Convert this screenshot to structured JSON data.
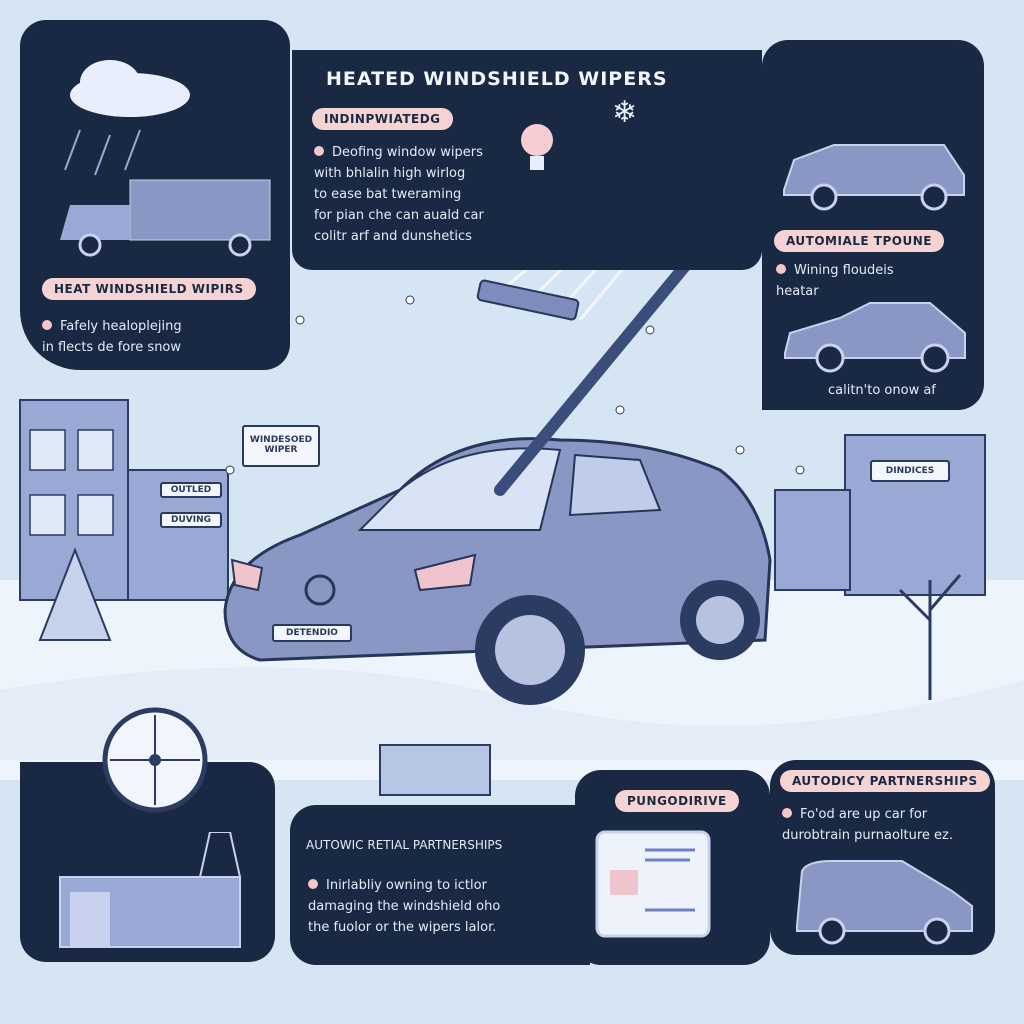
{
  "title": "HEATED WINDSHIELD WIPERS",
  "top_center": {
    "pill": "INDINPWIATEDG",
    "lines": [
      "Deofing window wipers",
      "with bhlalin high wirlog",
      "to ease bat tweraming",
      "for pian che can auald car",
      "colitr arf and dunshetics"
    ]
  },
  "top_left": {
    "pill": "HEAT WINDSHIELD WIPIRS",
    "lines": [
      "Fafely healoplejing",
      "in flects de fore snow"
    ]
  },
  "top_right": {
    "pill": "AUTOMIALE TPOUNE",
    "lines": [
      "Wining floudeis",
      "heatar"
    ],
    "caption": "calitn'to onow af"
  },
  "bottom_center": {
    "heading": "AUTOWIC RETIAL PARTNERSHIPS",
    "lines": [
      "Inirlabliy owning to ictlor",
      "damaging the windshield oho",
      "the fuolor or the wipers lalor."
    ]
  },
  "device_panel": {
    "pill": "PUNGODIRIVE"
  },
  "bottom_right": {
    "pill": "AUTODICY PARTNERSHIPS",
    "lines": [
      "Fo'od are up car for",
      "durobtrain purnaolture ez."
    ]
  },
  "signs": {
    "roadside": "WINDESOED WIPER",
    "right_building": "DINDICES",
    "left_building_1": "OUTLED",
    "left_building_2": "DUVING",
    "plate": "DETENDIO"
  },
  "colors": {
    "background": "#d5e5f4",
    "panel": "#1a2943",
    "pill": "#f6d3d3",
    "car": "#8a97c4"
  }
}
